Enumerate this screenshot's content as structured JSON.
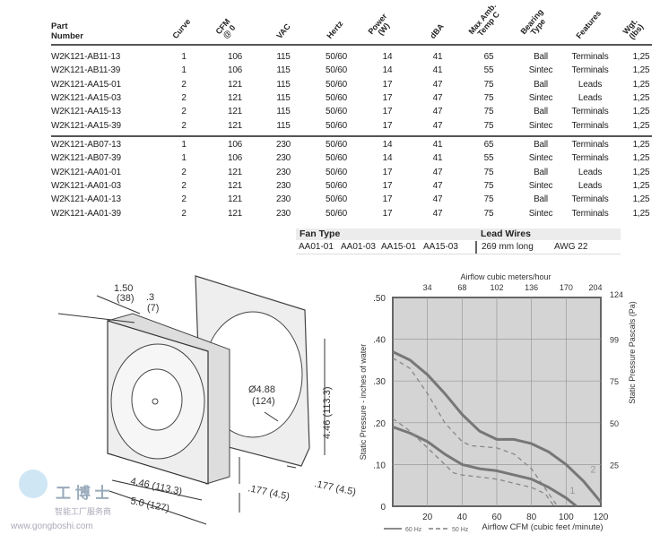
{
  "table": {
    "headers": {
      "part": "Part",
      "part2": "Number",
      "curve": "Curve",
      "cfm": "CFM",
      "cfm2": "@ 0",
      "vac": "VAC",
      "hertz": "Hertz",
      "power": "Power",
      "power2": "(W)",
      "dba": "dBA",
      "temp": "Max Amb.",
      "temp2": "Temp C",
      "bearing": "Bearing",
      "bearing2": "Type",
      "features": "Features",
      "wgt": "Wgt.",
      "wgt2": "(lbs)"
    },
    "rows": [
      [
        "W2K121-AB11-13",
        "1",
        "106",
        "115",
        "50/60",
        "14",
        "41",
        "65",
        "Ball",
        "Terminals",
        "1,25"
      ],
      [
        "W2K121-AB11-39",
        "1",
        "106",
        "115",
        "50/60",
        "14",
        "41",
        "55",
        "Sintec",
        "Terminals",
        "1,25"
      ],
      [
        "W2K121-AA15-01",
        "2",
        "121",
        "115",
        "50/60",
        "17",
        "47",
        "75",
        "Ball",
        "Leads",
        "1,25"
      ],
      [
        "W2K121-AA15-03",
        "2",
        "121",
        "115",
        "50/60",
        "17",
        "47",
        "75",
        "Sintec",
        "Leads",
        "1,25"
      ],
      [
        "W2K121-AA15-13",
        "2",
        "121",
        "115",
        "50/60",
        "17",
        "47",
        "75",
        "Ball",
        "Terminals",
        "1,25"
      ],
      [
        "W2K121-AA15-39",
        "2",
        "121",
        "115",
        "50/60",
        "17",
        "47",
        "75",
        "Sintec",
        "Terminals",
        "1,25"
      ],
      [
        "W2K121-AB07-13",
        "1",
        "106",
        "230",
        "50/60",
        "14",
        "41",
        "65",
        "Ball",
        "Terminals",
        "1,25"
      ],
      [
        "W2K121-AB07-39",
        "1",
        "106",
        "230",
        "50/60",
        "14",
        "41",
        "55",
        "Sintec",
        "Terminals",
        "1,25"
      ],
      [
        "W2K121-AA01-01",
        "2",
        "121",
        "230",
        "50/60",
        "17",
        "47",
        "75",
        "Ball",
        "Leads",
        "1,25"
      ],
      [
        "W2K121-AA01-03",
        "2",
        "121",
        "230",
        "50/60",
        "17",
        "47",
        "75",
        "Sintec",
        "Leads",
        "1,25"
      ],
      [
        "W2K121-AA01-13",
        "2",
        "121",
        "230",
        "50/60",
        "17",
        "47",
        "75",
        "Ball",
        "Terminals",
        "1,25"
      ],
      [
        "W2K121-AA01-39",
        "2",
        "121",
        "230",
        "50/60",
        "17",
        "47",
        "75",
        "Sintec",
        "Terminals",
        "1,25"
      ]
    ]
  },
  "fan_type": {
    "title": "Fan Type",
    "items": [
      "AA01-01",
      "AA01-03",
      "AA15-01",
      "AA15-03"
    ]
  },
  "lead_wires": {
    "title": "Lead Wires",
    "length": "269 mm long",
    "gauge": "AWG 22"
  },
  "drawing": {
    "d1": "1.50",
    "d1b": "(38)",
    "d2": ".3",
    "d2b": "(7)",
    "d3": "Ø4.88",
    "d3b": "(124)",
    "d4": "4.46 (113.3)",
    "d5": "4.46 (113.3)",
    "d6": "5.0 (127)",
    "d7": ".177 (4.5)",
    "d8": ".177 (4.5)"
  },
  "watermark": {
    "brand": "工 博 士",
    "tagline": "智能工厂服务商",
    "url": "www.gongboshi.com"
  },
  "chart_data": {
    "type": "line",
    "xlabel": "Airflow  CFM (cubic feet /minute)",
    "x2label": "Airflow cubic meters/hour",
    "ylabel": "Static Pressure - inches of water",
    "y2label": "Static Pressure Pascals (Pa)",
    "xlim": [
      0,
      120
    ],
    "ylim": [
      0,
      0.5
    ],
    "xticks": [
      "20",
      "40",
      "60",
      "80",
      "100",
      "120"
    ],
    "xtick_values": [
      20,
      40,
      60,
      80,
      100,
      120
    ],
    "x2ticks": [
      "34",
      "68",
      "102",
      "136",
      "170",
      "204"
    ],
    "yticks": [
      "0",
      ".10",
      ".20",
      ".30",
      ".40",
      ".50"
    ],
    "ytick_values": [
      0,
      0.1,
      0.2,
      0.3,
      0.4,
      0.5
    ],
    "y2ticks": [
      "25",
      "50",
      "75",
      "99",
      "124"
    ],
    "legend": {
      "solid": "60 Hz",
      "dashed": "50 Hz",
      "placement": "bottom-left"
    },
    "curve_labels": [
      {
        "text": "1",
        "x": 102,
        "y": 0.03
      },
      {
        "text": "2",
        "x": 114,
        "y": 0.08
      }
    ],
    "series": [
      {
        "name": "Curve 2 60 Hz",
        "style": "solid",
        "x": [
          0,
          10,
          20,
          30,
          40,
          50,
          60,
          70,
          80,
          90,
          100,
          110,
          120
        ],
        "y": [
          0.37,
          0.35,
          0.315,
          0.27,
          0.22,
          0.18,
          0.16,
          0.16,
          0.15,
          0.13,
          0.1,
          0.06,
          0.01
        ]
      },
      {
        "name": "Curve 2 50 Hz",
        "style": "dashed",
        "x": [
          0,
          10,
          20,
          30,
          40,
          45,
          60,
          70,
          80,
          90,
          95
        ],
        "y": [
          0.355,
          0.33,
          0.27,
          0.2,
          0.155,
          0.145,
          0.14,
          0.125,
          0.09,
          0.03,
          0
        ]
      },
      {
        "name": "Curve 1 60 Hz",
        "style": "solid",
        "x": [
          0,
          10,
          20,
          30,
          40,
          50,
          60,
          70,
          80,
          90,
          100,
          106
        ],
        "y": [
          0.19,
          0.175,
          0.155,
          0.125,
          0.1,
          0.09,
          0.085,
          0.075,
          0.065,
          0.045,
          0.02,
          0
        ]
      },
      {
        "name": "Curve 1 50 Hz",
        "style": "dashed",
        "x": [
          0,
          10,
          20,
          30,
          35,
          40,
          50,
          60,
          70,
          80,
          88,
          93
        ],
        "y": [
          0.21,
          0.18,
          0.14,
          0.1,
          0.08,
          0.075,
          0.07,
          0.065,
          0.055,
          0.045,
          0.03,
          0
        ]
      }
    ]
  }
}
